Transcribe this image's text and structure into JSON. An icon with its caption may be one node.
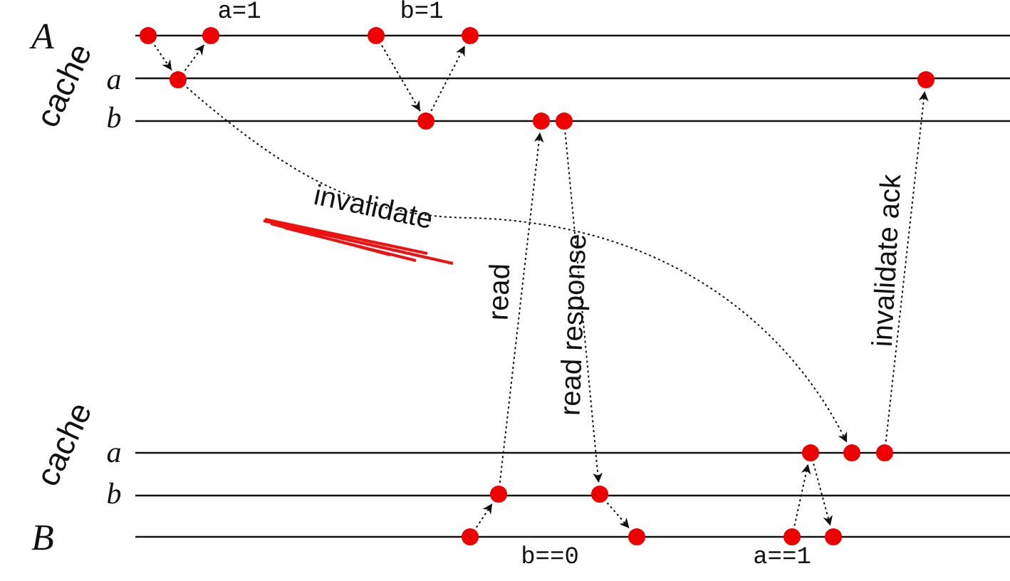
{
  "diagram": {
    "nodes": [
      {
        "text": [],
        "shape": "circle"
      },
      {
        "text": [],
        "shape": "circle"
      },
      {
        "text": [],
        "shape": "circle"
      },
      {
        "text": [],
        "shape": "circle"
      },
      {
        "text": [],
        "shape": "circle"
      },
      {
        "text": [],
        "shape": "circle"
      },
      {
        "text": [],
        "shape": "circle"
      },
      {
        "text": [],
        "shape": "circle"
      },
      {
        "text": [],
        "shape": "circle"
      },
      {
        "text": [],
        "shape": "circle"
      },
      {
        "text": [],
        "shape": "circle"
      },
      {
        "text": [],
        "shape": "circle"
      },
      {
        "text": [],
        "shape": "circle"
      },
      {
        "text": [],
        "shape": "circle"
      },
      {
        "text": [],
        "shape": "circle"
      },
      {
        "text": [],
        "shape": "circle"
      },
      {
        "text": [],
        "shape": "circle"
      },
      {
        "text": [],
        "shape": "circle"
      }
    ],
    "edges": [
      {
        "from": 0,
        "to": 1,
        "arrow": "to"
      },
      {
        "from": 1,
        "to": 2,
        "arrow": "to"
      },
      {
        "from": 3,
        "to": 4,
        "arrow": "to"
      },
      {
        "from": 4,
        "to": 5,
        "arrow": "to"
      },
      {
        "from": 1,
        "to": 15,
        "arrow": "to",
        "label": "invalidate"
      },
      {
        "from": 6,
        "to": 7,
        "arrow": "to"
      },
      {
        "from": 7,
        "to": 8,
        "arrow": "to",
        "label": "read"
      },
      {
        "from": 9,
        "to": 10,
        "arrow": "to",
        "label": "read response"
      },
      {
        "from": 10,
        "to": 11,
        "arrow": "to"
      },
      {
        "from": 12,
        "to": 13,
        "arrow": "to"
      },
      {
        "from": 13,
        "to": 14,
        "arrow": "to"
      },
      {
        "from": 16,
        "to": 17,
        "arrow": "to",
        "label": "invalidate ack"
      }
    ],
    "labels": [
      "A",
      "a=1",
      "b=1",
      "cache",
      "a",
      "b",
      "cache",
      "a",
      "b",
      "B",
      "b==0",
      "a==1"
    ]
  }
}
